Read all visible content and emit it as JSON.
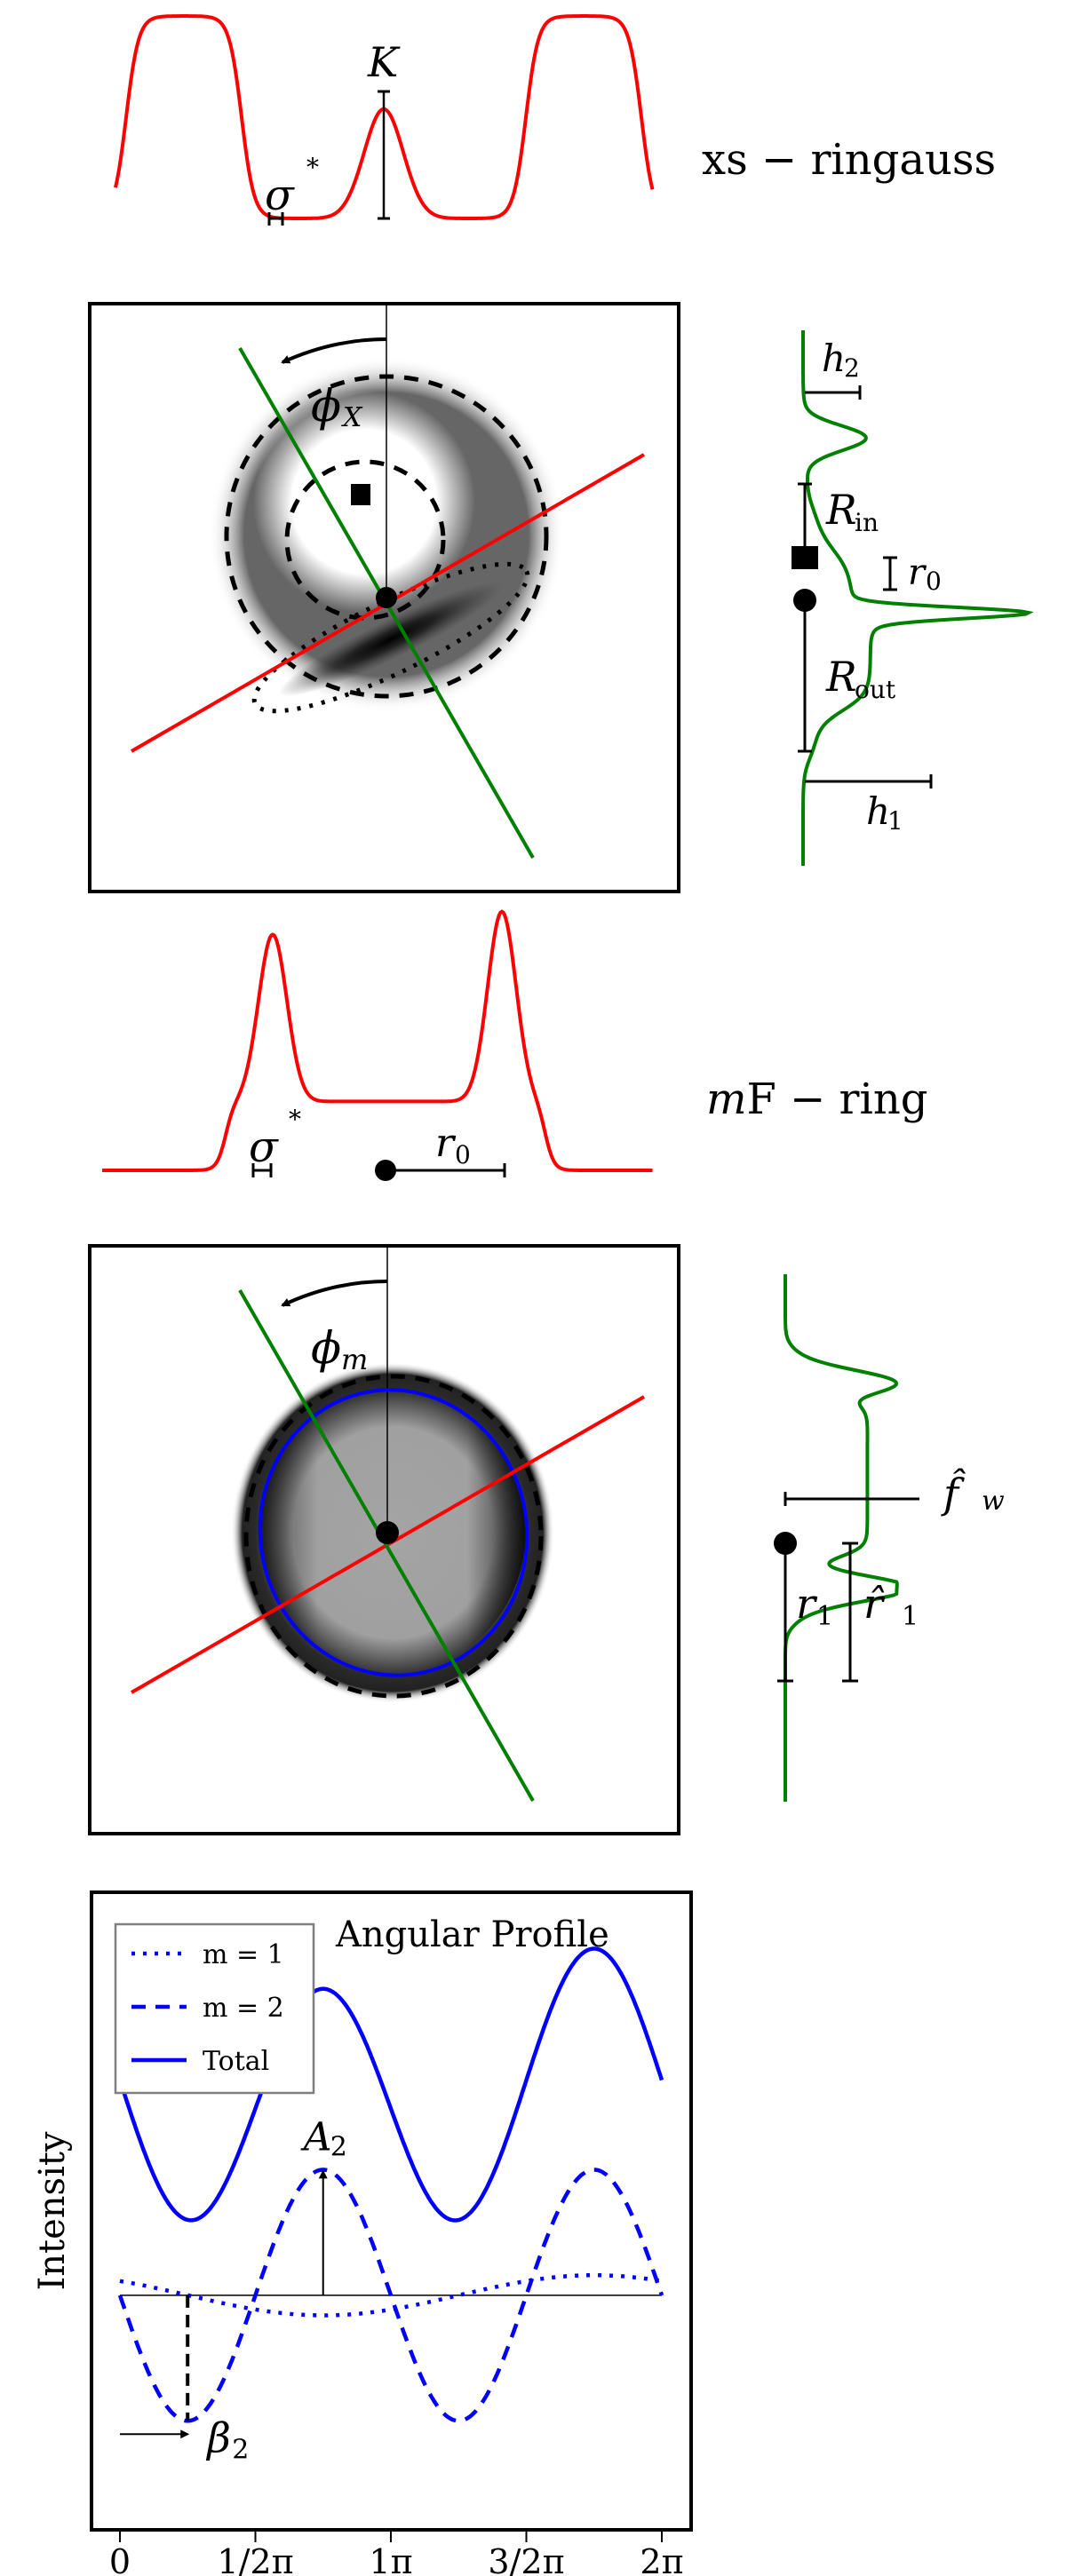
{
  "colors": {
    "profile_red": "#ff0000",
    "axis_green": "#008000",
    "major_red": "#ff0000",
    "fit_blue": "#0000ff",
    "ink": "#000000",
    "legend_border": "#808080"
  },
  "panel_xs_ringauss_profile": {
    "model_label": "xs − ringauss",
    "K_label": "K",
    "sigma_label": "σ",
    "sigma_star": "*"
  },
  "panel_xs_ringauss_image": {
    "angle_label": "ϕ",
    "angle_subscript": "X",
    "markers": [
      "square-marker",
      "circle-marker"
    ]
  },
  "panel_xs_ringauss_radial": {
    "h2_label": "h",
    "h2_sub": "2",
    "Rin_label": "R",
    "Rin_sub": "in",
    "r0_label": "r",
    "r0_sub": "0",
    "Rout_label": "R",
    "Rout_sub": "out",
    "h1_label": "h",
    "h1_sub": "1"
  },
  "panel_mfring_profile": {
    "model_label_italic": "m",
    "model_label_rest": "F − ring",
    "sigma_label": "σ",
    "sigma_star": "*",
    "r0_label": "r",
    "r0_sub": "0"
  },
  "panel_mfring_image": {
    "angle_label": "ϕ",
    "angle_subscript": "m"
  },
  "panel_mfring_radial": {
    "fw_label": "f̂",
    "fw_sub": "w",
    "r1_label": "r",
    "r1_sub": "1",
    "r1hat_label": "r̂",
    "r1hat_sub": "1"
  },
  "chart_data": {
    "type": "line",
    "title": "Angular Profile",
    "xlabel": "",
    "ylabel": "Intensity",
    "x_ticks": [
      0,
      1.5708,
      3.1416,
      4.7124,
      6.2832
    ],
    "x_tick_labels": [
      "0",
      "1/2π",
      "1π",
      "3/2π",
      "2π"
    ],
    "xlim": [
      0,
      6.2832
    ],
    "ylim": [
      -1.3,
      2.2
    ],
    "grid": false,
    "legend_position": "top-left",
    "legend": [
      "m = 1",
      "m = 2",
      "Total"
    ],
    "series": [
      {
        "name": "m = 1",
        "style": "dotted",
        "color": "#0000ff",
        "function": "a1*cos(theta - b1)",
        "a1": 0.12,
        "b1": 5.5
      },
      {
        "name": "m = 2",
        "style": "dashed",
        "color": "#0000ff",
        "function": "a2*cos(2*(theta - b2))",
        "a2": 0.75,
        "b2": -0.785,
        "note": "minimum at theta≈0.25π (β2 marker), maximum at theta≈0.75π and 1.75π"
      },
      {
        "name": "Total",
        "style": "solid",
        "color": "#0000ff",
        "function": "offset + m1 + m2",
        "offset": 1.2
      }
    ],
    "annotations": [
      {
        "text": "A",
        "sub": "2",
        "type": "arrow-up",
        "x": 2.356
      },
      {
        "text": "β",
        "sub": "2",
        "type": "arrow-right",
        "x": 0.785
      }
    ],
    "baseline": 0
  }
}
